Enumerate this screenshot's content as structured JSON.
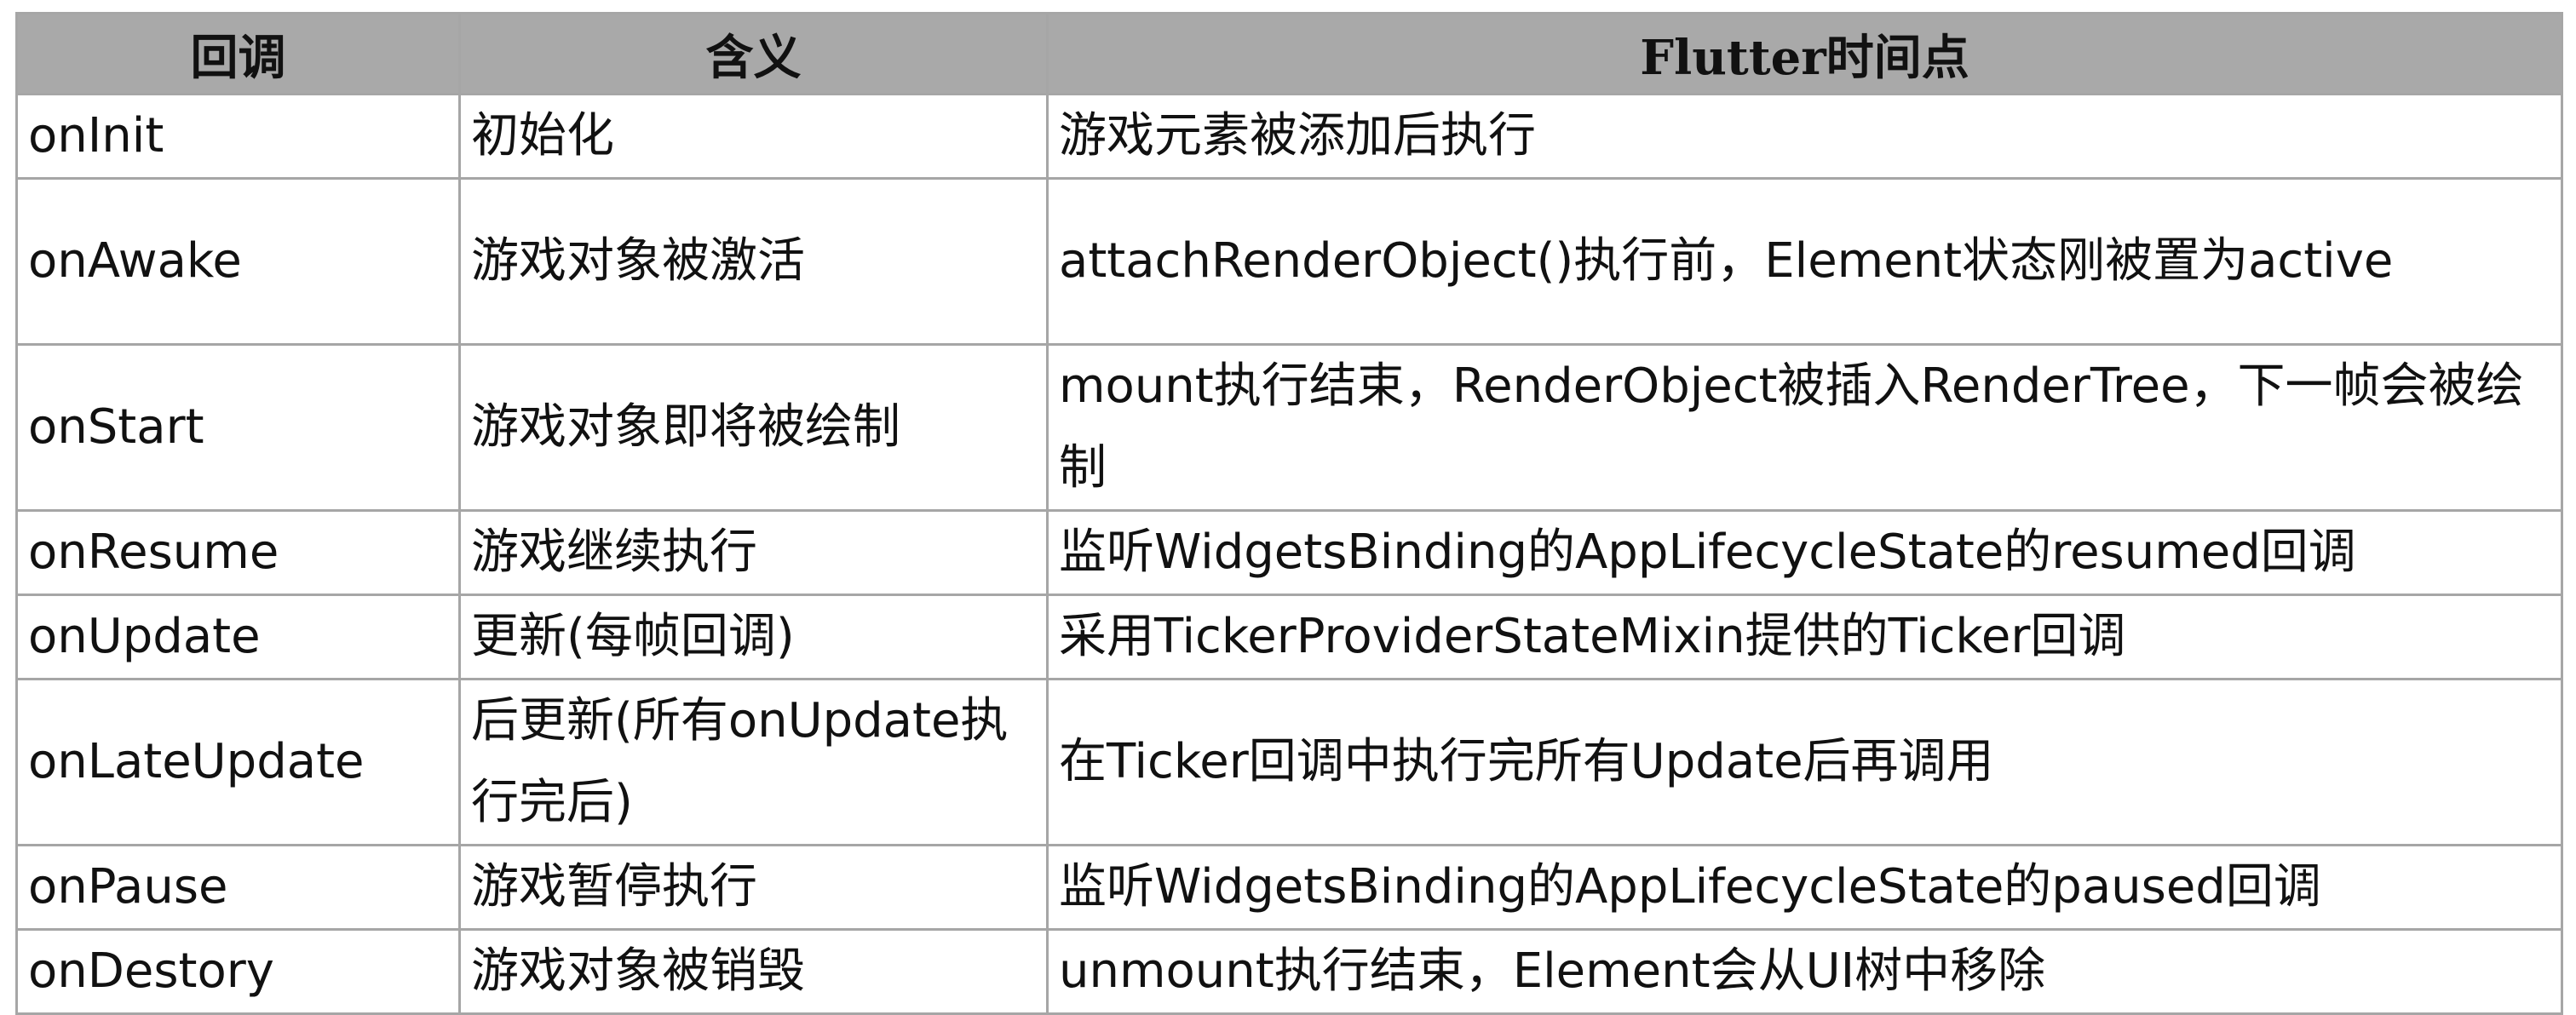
{
  "table": {
    "headers": [
      "回调",
      "含义",
      "Flutter时间点"
    ],
    "rows": [
      [
        "onInit",
        "初始化",
        "游戏元素被添加后执行"
      ],
      [
        "onAwake",
        "游戏对象被激活",
        "attachRenderObject()执行前，Element状态刚被置为active"
      ],
      [
        "onStart",
        "游戏对象即将被绘制",
        "mount执行结束，RenderObject被插入RenderTree，下一帧会被绘制"
      ],
      [
        "onResume",
        "游戏继续执行",
        "监听WidgetsBinding的AppLifecycleState的resumed回调"
      ],
      [
        "onUpdate",
        "更新(每帧回调)",
        "采用TickerProviderStateMixin提供的Ticker回调"
      ],
      [
        "onLateUpdate",
        "后更新(所有onUpdate执行完后)",
        "在Ticker回调中执行完所有Update后再调用"
      ],
      [
        "onPause",
        "游戏暂停执行",
        "监听WidgetsBinding的AppLifecycleState的paused回调"
      ],
      [
        "onDestory",
        "游戏对象被销毁",
        "unmount执行结束，Element会从UI树中移除"
      ]
    ]
  }
}
